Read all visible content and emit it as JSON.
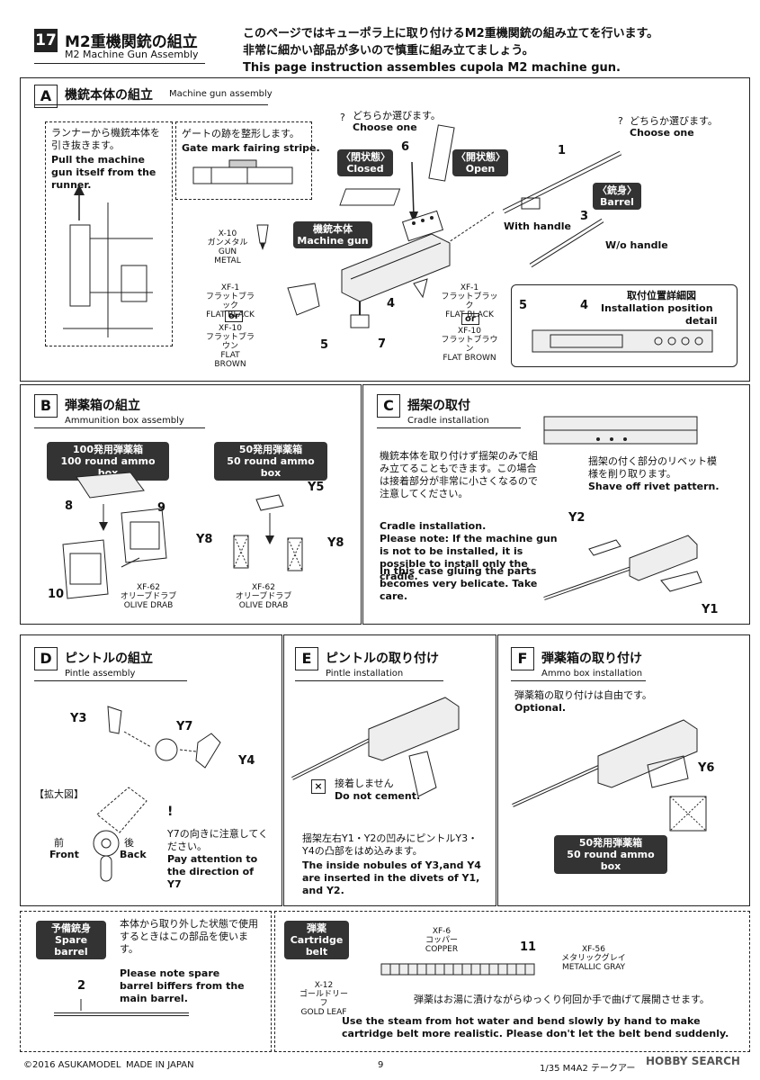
{
  "header": {
    "step_number": "17",
    "title_ja": "M2重機関銃の組立",
    "title_en": "M2 Machine Gun Assembly",
    "intro_ja_1": "このページではキューポラ上に取り付けるM2重機関銃の組み立てを行います。",
    "intro_ja_2": "非常に細かい部品が多いので慎重に組み立てましょう。",
    "intro_en": "This page instruction assembles cupola M2 machine gun."
  },
  "section_a": {
    "letter": "A",
    "title_ja": "機銃本体の組立",
    "title_en": "Machine gun assembly",
    "runner_note_ja": "ランナーから機銃本体を引き抜きます。",
    "runner_note_en": "Pull the machine gun itself from the runner.",
    "gate_note_ja": "ゲートの跡を整形します。",
    "gate_note_en": "Gate mark fairing stripe.",
    "choose_ja_1": "どちらか選びます。",
    "choose_en_1": "Choose one",
    "choose_ja_2": "どちらか選びます。",
    "choose_en_2": "Choose one",
    "closed_ja": "〈閉状態〉",
    "closed_en": "Closed",
    "open_ja": "〈開状態〉",
    "open_en": "Open",
    "barrel_ja": "〈銃身〉",
    "barrel_en": "Barrel",
    "mg_ja": "機銃本体",
    "mg_en": "Machine gun",
    "with_handle": "With handle",
    "wo_handle": "W/o handle",
    "paint_x10_code": "X-10",
    "paint_x10_ja": "ガンメタル",
    "paint_x10_en": "GUN METAL",
    "paint_xf1_code": "XF-1",
    "paint_xf1_ja": "フラットブラック",
    "paint_xf1_en": "FLAT BLACK",
    "or": "or",
    "paint_xf10_code": "XF-10",
    "paint_xf10_ja": "フラットブラウン",
    "paint_xf10_en": "FLAT BROWN",
    "detail_ja": "取付位置詳細図",
    "detail_en_1": "Installation position",
    "detail_en_2": "detail",
    "parts": {
      "p1": "1",
      "p3": "3",
      "p4": "4",
      "p5": "5",
      "p6": "6",
      "p7": "7"
    }
  },
  "section_b": {
    "letter": "B",
    "title_ja": "弾薬箱の組立",
    "title_en": "Ammunition box assembly",
    "box100_ja": "100発用弾薬箱",
    "box100_en": "100 round ammo box",
    "box50_ja": "50発用弾薬箱",
    "box50_en": "50 round ammo box",
    "paint_code": "XF-62",
    "paint_ja": "オリーブドラブ",
    "paint_en": "OLIVE DRAB",
    "parts": {
      "p8": "8",
      "p9": "9",
      "p10": "10",
      "y5": "Y5",
      "y8a": "Y8",
      "y8b": "Y8"
    }
  },
  "section_c": {
    "letter": "C",
    "title_ja": "揺架の取付",
    "title_en": "Cradle installation",
    "note_ja": "機銃本体を取り付けず揺架のみで組み立てることもできます。この場合は接着部分が非常に小さくなるので注意してください。",
    "note_en_1": "Cradle installation.",
    "note_en_2": "Please note: If the machine gun is not to be installed, it is possible to install only the cradle.",
    "note_en_3": "In this case gluing the parts becomes very belicate. Take care.",
    "rivet_ja": "揺架の付く部分のリベット模様を削り取ります。",
    "rivet_en": "Shave off rivet pattern.",
    "parts": {
      "y1": "Y1",
      "y2": "Y2"
    }
  },
  "section_d": {
    "letter": "D",
    "title_ja": "ピントルの組立",
    "title_en": "Pintle assembly",
    "zoom_label": "【拡大図】",
    "front_ja": "前",
    "front_en": "Front",
    "back_ja": "後",
    "back_en": "Back",
    "note_ja": "Y7の向きに注意してください。",
    "note_en": "Pay attention to the direction of Y7",
    "parts": {
      "y3": "Y3",
      "y4": "Y4",
      "y7": "Y7"
    }
  },
  "section_e": {
    "letter": "E",
    "title_ja": "ピントルの取り付け",
    "title_en": "Pintle installation",
    "nocement_ja": "接着しません",
    "nocement_en": "Do not cement.",
    "note_ja": "揺架左右Y1・Y2の凹みにピントルY3・Y4の凸部をはめ込みます。",
    "note_en": "The inside nobules of Y3,and Y4 are inserted in the divets of Y1, and Y2."
  },
  "section_f": {
    "letter": "F",
    "title_ja": "弾薬箱の取り付け",
    "title_en": "Ammo box installation",
    "note_ja": "弾薬箱の取り付けは自由です。",
    "note_en": "Optional.",
    "box_ja": "50発用弾薬箱",
    "box_en": "50 round ammo box",
    "parts": {
      "y6": "Y6"
    }
  },
  "spare": {
    "tag_ja": "予備銃身",
    "tag_en": "Spare barrel",
    "note_ja": "本体から取り外した状態で使用するときはこの部品を使います。",
    "note_en": "Please note spare barrel biffers from the main barrel.",
    "part": "2"
  },
  "belt": {
    "tag_ja": "弾薬",
    "tag_en_1": "Cartridge",
    "tag_en_2": "belt",
    "xf6_code": "XF-6",
    "xf6_ja": "コッパー",
    "xf6_en": "COPPER",
    "xf56_code": "XF-56",
    "xf56_ja": "メタリックグレイ",
    "xf56_en": "METALLIC GRAY",
    "x12_code": "X-12",
    "x12_ja": "ゴールドリーフ",
    "x12_en": "GOLD LEAF",
    "part": "11",
    "note_ja": "弾薬はお湯に漬けながらゆっくり何回か手で曲げて展開させます。",
    "note_en": "Use the steam from hot water and bend slowly by hand to make cartridge belt more realistic. Please don't let the belt bend suddenly."
  },
  "footer": {
    "copyright": "©2016 ASUKAMODEL",
    "made": "MADE IN JAPAN",
    "page": "9",
    "product": "1/35 M4A2 テークアー",
    "watermark": "HOBBY SEARCH"
  }
}
